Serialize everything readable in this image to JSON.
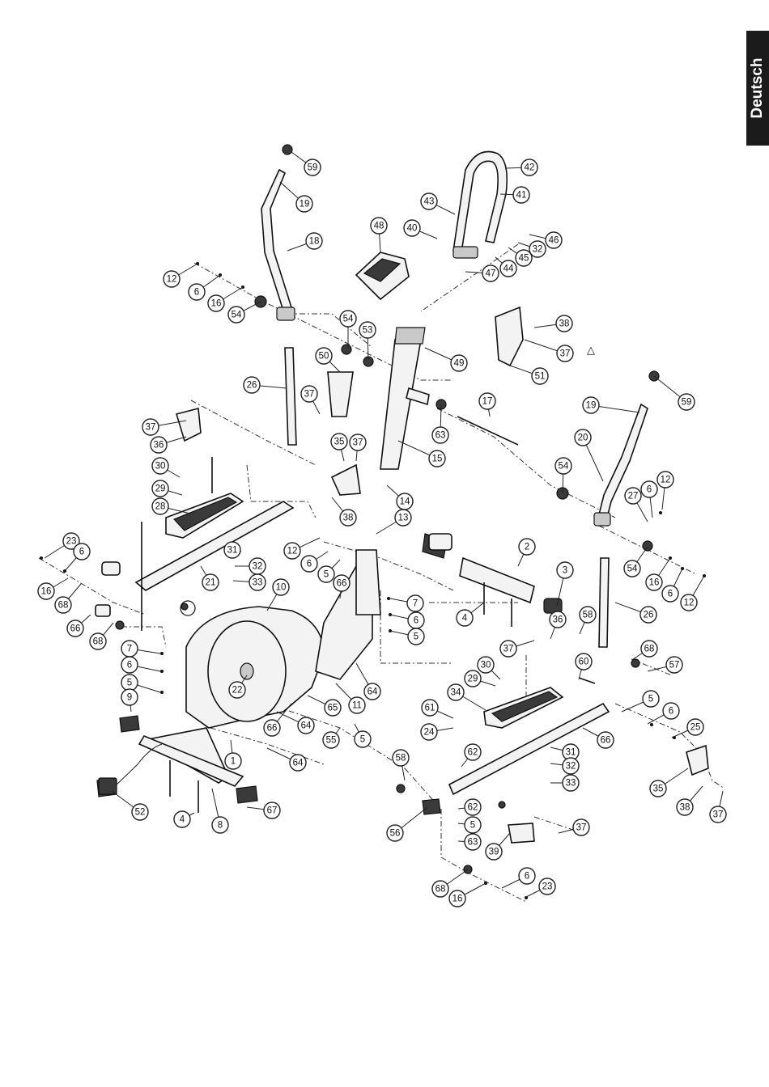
{
  "language_tab": "Deutsch",
  "triangle_mark": "△",
  "callouts": [
    {
      "label": "59"
    },
    {
      "label": "19"
    },
    {
      "label": "18"
    },
    {
      "label": "12"
    },
    {
      "label": "6"
    },
    {
      "label": "16"
    },
    {
      "label": "54"
    },
    {
      "label": "42"
    },
    {
      "label": "41"
    },
    {
      "label": "43"
    },
    {
      "label": "40"
    },
    {
      "label": "46"
    },
    {
      "label": "32"
    },
    {
      "label": "45"
    },
    {
      "label": "44"
    },
    {
      "label": "47"
    },
    {
      "label": "48"
    },
    {
      "label": "54"
    },
    {
      "label": "53"
    },
    {
      "label": "50"
    },
    {
      "label": "49"
    },
    {
      "label": "38"
    },
    {
      "label": "37"
    },
    {
      "label": "51"
    },
    {
      "label": "26"
    },
    {
      "label": "37"
    },
    {
      "label": "17"
    },
    {
      "label": "63"
    },
    {
      "label": "15"
    },
    {
      "label": "59"
    },
    {
      "label": "19"
    },
    {
      "label": "20"
    },
    {
      "label": "37"
    },
    {
      "label": "36"
    },
    {
      "label": "35"
    },
    {
      "label": "37"
    },
    {
      "label": "30"
    },
    {
      "label": "29"
    },
    {
      "label": "38"
    },
    {
      "label": "28"
    },
    {
      "label": "14"
    },
    {
      "label": "54"
    },
    {
      "label": "27"
    },
    {
      "label": "6"
    },
    {
      "label": "12"
    },
    {
      "label": "13"
    },
    {
      "label": "23"
    },
    {
      "label": "6"
    },
    {
      "label": "12"
    },
    {
      "label": "6"
    },
    {
      "label": "5"
    },
    {
      "label": "31"
    },
    {
      "label": "32"
    },
    {
      "label": "33"
    },
    {
      "label": "21"
    },
    {
      "label": "66"
    },
    {
      "label": "2"
    },
    {
      "label": "54"
    },
    {
      "label": "16"
    },
    {
      "label": "6"
    },
    {
      "label": "12"
    },
    {
      "label": "16"
    },
    {
      "label": "68"
    },
    {
      "label": "10"
    },
    {
      "label": "7"
    },
    {
      "label": "6"
    },
    {
      "label": "5"
    },
    {
      "label": "3"
    },
    {
      "label": "4"
    },
    {
      "label": "26"
    },
    {
      "label": "66"
    },
    {
      "label": "68"
    },
    {
      "label": "36"
    },
    {
      "label": "58"
    },
    {
      "label": "37"
    },
    {
      "label": "68"
    },
    {
      "label": "57"
    },
    {
      "label": "7"
    },
    {
      "label": "6"
    },
    {
      "label": "5"
    },
    {
      "label": "64"
    },
    {
      "label": "29"
    },
    {
      "label": "30"
    },
    {
      "label": "60"
    },
    {
      "label": "22"
    },
    {
      "label": "11"
    },
    {
      "label": "34"
    },
    {
      "label": "9"
    },
    {
      "label": "65"
    },
    {
      "label": "5"
    },
    {
      "label": "6"
    },
    {
      "label": "25"
    },
    {
      "label": "61"
    },
    {
      "label": "64"
    },
    {
      "label": "66"
    },
    {
      "label": "55"
    },
    {
      "label": "5"
    },
    {
      "label": "24"
    },
    {
      "label": "66"
    },
    {
      "label": "62"
    },
    {
      "label": "31"
    },
    {
      "label": "1"
    },
    {
      "label": "64"
    },
    {
      "label": "58"
    },
    {
      "label": "32"
    },
    {
      "label": "33"
    },
    {
      "label": "35"
    },
    {
      "label": "52"
    },
    {
      "label": "38"
    },
    {
      "label": "37"
    },
    {
      "label": "4"
    },
    {
      "label": "8"
    },
    {
      "label": "67"
    },
    {
      "label": "56"
    },
    {
      "label": "62"
    },
    {
      "label": "5"
    },
    {
      "label": "37"
    },
    {
      "label": "63"
    },
    {
      "label": "39"
    },
    {
      "label": "6"
    },
    {
      "label": "68"
    },
    {
      "label": "23"
    },
    {
      "label": "16"
    }
  ]
}
